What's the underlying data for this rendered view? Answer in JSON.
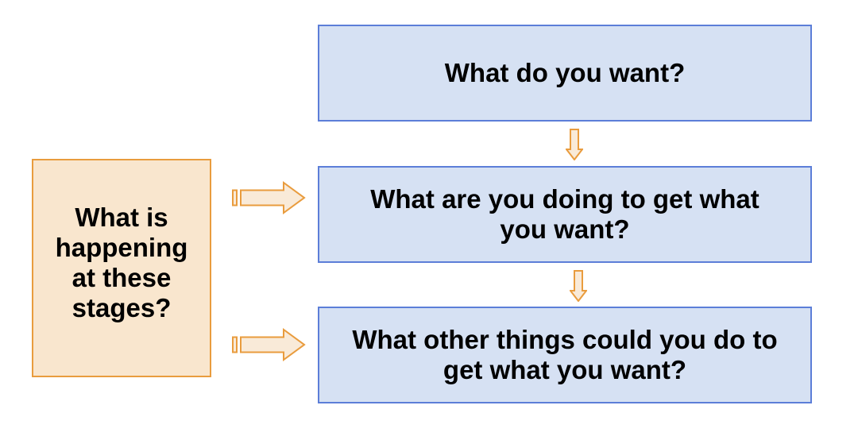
{
  "colors": {
    "background": "#FFFFFF",
    "orange_border": "#E99C3E",
    "orange_fill": "#F9E6CE",
    "arrow_fill": "#F9EAD8",
    "blue_border": "#5C7ED8",
    "blue_fill": "#D6E1F3",
    "text": "#000000"
  },
  "side_box": {
    "lines": [
      "What is",
      "happening",
      "at these",
      "stages?"
    ]
  },
  "flow_boxes": [
    {
      "lines": [
        "What do you want?"
      ]
    },
    {
      "lines": [
        "What are you doing to get what",
        "you want?"
      ]
    },
    {
      "lines": [
        "What other things could you do to",
        "get what you want?"
      ]
    }
  ],
  "icons": {
    "down_arrow": "down-block-arrow",
    "right_arrow": "striped-right-block-arrow"
  }
}
